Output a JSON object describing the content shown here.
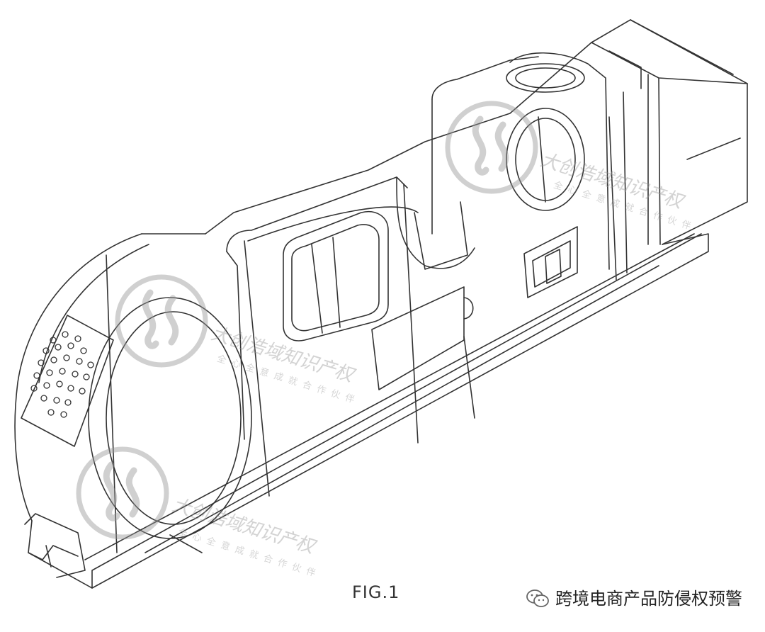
{
  "figure": {
    "label": "FIG.1"
  },
  "watermark": {
    "brand": "大创浩域知识产权",
    "slogan": "全心全意成就合作伙伴"
  },
  "footer": {
    "channel_text": "跨境电商产品防侵权预警",
    "icon": "wechat-icon"
  },
  "colors": {
    "line": "#333333",
    "watermark": "#9a9a9a"
  }
}
